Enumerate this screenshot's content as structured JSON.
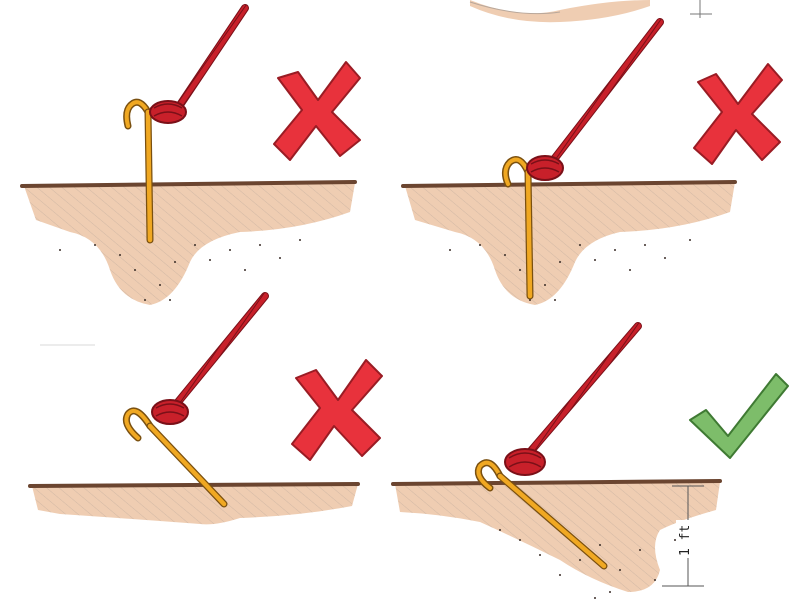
{
  "panels": [
    {
      "id": "vertical-deep",
      "verdict": "wrong",
      "verdict_icon": "red-x-icon"
    },
    {
      "id": "vertical-pulled",
      "verdict": "wrong",
      "verdict_icon": "red-x-icon"
    },
    {
      "id": "angled-shallow",
      "verdict": "wrong",
      "verdict_icon": "red-x-icon"
    },
    {
      "id": "angled-correct",
      "verdict": "correct",
      "verdict_icon": "green-check-icon"
    }
  ],
  "depth_label": "1 ft",
  "colors": {
    "rope": "#c8202a",
    "rope_dark": "#7a1018",
    "stake": "#f0a822",
    "stake_outline": "#7a5010",
    "soil": "#efcdb2",
    "ground_line": "#6b4530",
    "wrong_mark": "#e8323c",
    "right_mark": "#7dbd6a"
  }
}
